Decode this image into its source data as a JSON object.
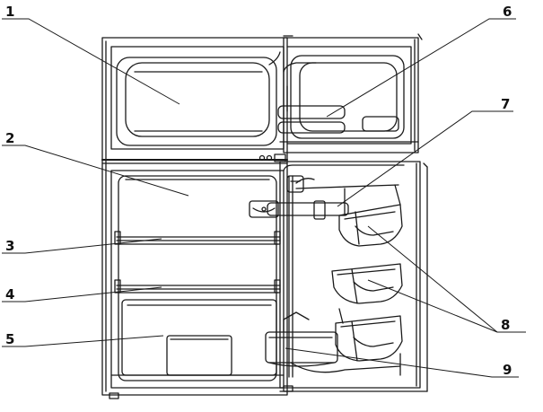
{
  "diagram": {
    "stroke_color": "#1a1a1a",
    "fill_color": "#ffffff",
    "callouts": [
      {
        "id": "c1",
        "number": "1",
        "part": "freezer compartment"
      },
      {
        "id": "c2",
        "number": "2",
        "part": "refrigerator compartment"
      },
      {
        "id": "c3",
        "number": "3",
        "part": "upper shelf"
      },
      {
        "id": "c4",
        "number": "4",
        "part": "lower shelf"
      },
      {
        "id": "c5",
        "number": "5",
        "part": "crisper drawer"
      },
      {
        "id": "c6",
        "number": "6",
        "part": "freezer door shelf"
      },
      {
        "id": "c7",
        "number": "7",
        "part": "door shelf"
      },
      {
        "id": "c8",
        "number": "8",
        "part": "door bins"
      },
      {
        "id": "c9",
        "number": "9",
        "part": "bottom door bin"
      }
    ]
  }
}
